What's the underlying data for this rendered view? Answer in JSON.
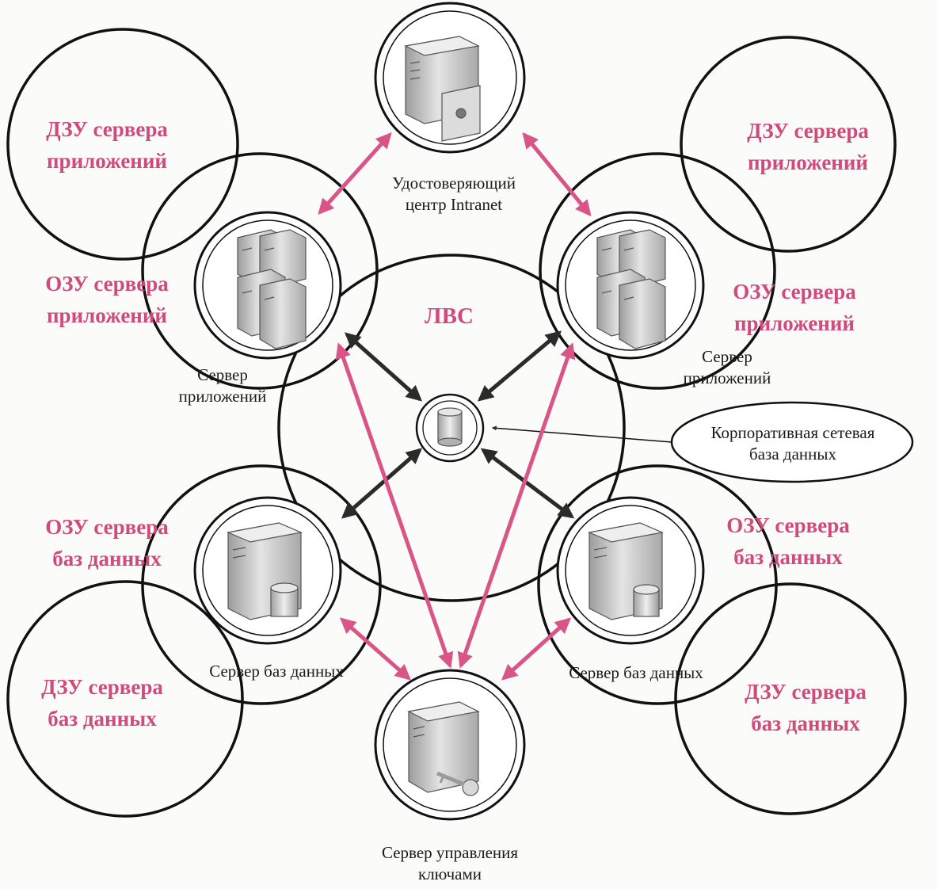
{
  "diagram": {
    "lan_label": "ЛВС",
    "zones": {
      "dzu_app_left": [
        "ДЗУ сервера",
        "приложений"
      ],
      "ozu_app_left": [
        "ОЗУ сервера",
        "приложений"
      ],
      "dzu_app_right": [
        "ДЗУ сервера",
        "приложений"
      ],
      "ozu_app_right": [
        "ОЗУ сервера",
        "приложений"
      ],
      "ozu_db_left": [
        "ОЗУ сервера",
        "баз данных"
      ],
      "dzu_db_left": [
        "ДЗУ сервера",
        "баз данных"
      ],
      "ozu_db_right": [
        "ОЗУ сервера",
        "баз данных"
      ],
      "dzu_db_right": [
        "ДЗУ сервера",
        "баз данных"
      ]
    },
    "nodes": {
      "ca": [
        "Удостоверяющий",
        "центр Intranet"
      ],
      "app_left": [
        "Сервер",
        "приложений"
      ],
      "app_right": [
        "Сервер",
        "приложений"
      ],
      "corp_db": [
        "Корпоративная сетевая",
        "база данных"
      ],
      "db_left": "Сервер баз данных",
      "db_right": "Сервер баз данных",
      "key_mgmt": [
        "Сервер управления",
        "ключами"
      ]
    },
    "colors": {
      "secure_channel": "#d95587",
      "lan_link": "#2b2b2b",
      "label": "#d04a7c",
      "outline": "#111111"
    }
  }
}
